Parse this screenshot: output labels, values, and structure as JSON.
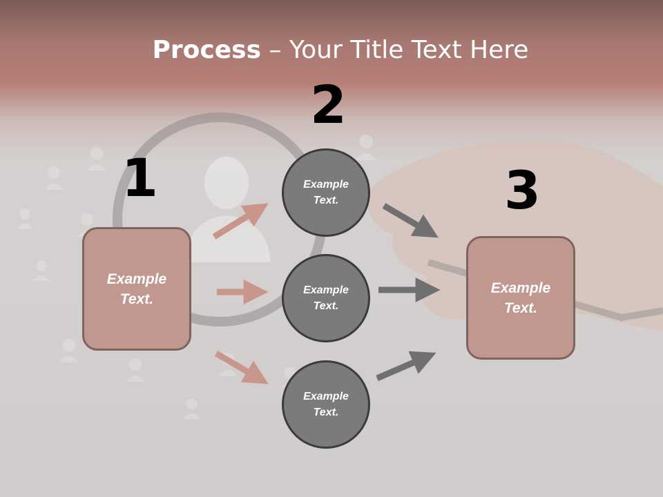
{
  "slide": {
    "title_bold": "Process",
    "title_rest": " – Your Title Text Here",
    "steps": [
      {
        "number": "1",
        "text": "Example\nText."
      },
      {
        "number": "2"
      },
      {
        "number": "3",
        "text": "Example\nText."
      }
    ],
    "circles": [
      {
        "text": "Example\nText."
      },
      {
        "text": "Example\nText."
      },
      {
        "text": "Example\nText."
      }
    ]
  },
  "colors": {
    "header_band": "#b57f78",
    "box_fill": "#c09890",
    "box_border": "#7d6460",
    "circle_fill": "#7b7b7b",
    "circle_border": "#3b3b3b",
    "left_arrows": "#c9968c",
    "right_arrows": "#707070"
  }
}
